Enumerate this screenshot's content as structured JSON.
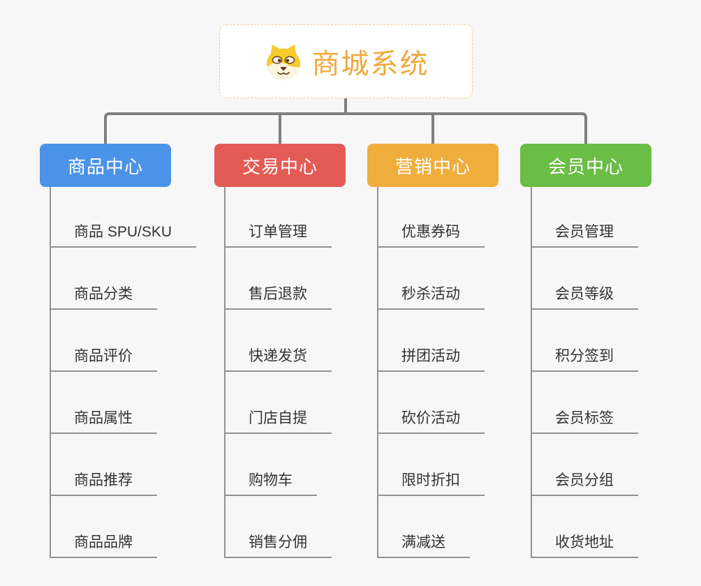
{
  "root": {
    "title": "商城系统",
    "icon": "dog-face-icon",
    "accent_color": "#F0A93C",
    "border_color": "#F2CD8C"
  },
  "branches": [
    {
      "label": "商品中心",
      "color": "#4B93E8",
      "children": [
        "商品 SPU/SKU",
        "商品分类",
        "商品评价",
        "商品属性",
        "商品推荐",
        "商品品牌"
      ]
    },
    {
      "label": "交易中心",
      "color": "#E45B55",
      "children": [
        "订单管理",
        "售后退款",
        "快递发货",
        "门店自提",
        "购物车",
        "销售分佣"
      ]
    },
    {
      "label": "营销中心",
      "color": "#EFAD3C",
      "children": [
        "优惠券码",
        "秒杀活动",
        "拼团活动",
        "砍价活动",
        "限时折扣",
        "满减送"
      ]
    },
    {
      "label": "会员中心",
      "color": "#6ABD45",
      "children": [
        "会员管理",
        "会员等级",
        "积分签到",
        "会员标签",
        "会员分组",
        "收货地址"
      ]
    }
  ],
  "connector_color": "#7F7F7F",
  "leaf_line_color": "#929292",
  "background_color": "#F7F7F7"
}
